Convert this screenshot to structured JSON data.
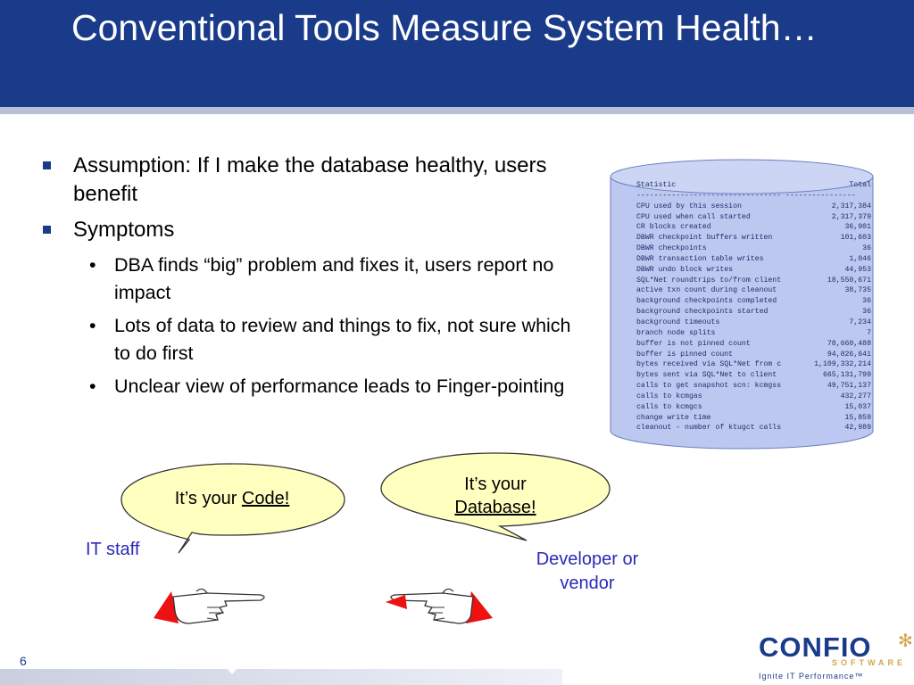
{
  "slide": {
    "title": "Conventional Tools Measure System Health…",
    "page_number": "6"
  },
  "bullets": [
    {
      "text": "Assumption:  If I make the database healthy, users benefit"
    },
    {
      "text": "Symptoms",
      "subitems": [
        {
          "text": "DBA finds “big” problem and fixes it, users report no impact"
        },
        {
          "text": "Lots of data to review and things to fix, not sure which to do first"
        },
        {
          "text": "Unclear view of performance leads to Finger-pointing"
        }
      ]
    }
  ],
  "stats_table": {
    "header_statistic": "Statistic",
    "header_total": "Total",
    "separator": "--------------------------------- ----------------",
    "rows": [
      [
        "CPU used by this session",
        "2,317,384"
      ],
      [
        "CPU used when call started",
        "2,317,379"
      ],
      [
        "CR blocks created",
        "36,901"
      ],
      [
        "DBWR checkpoint buffers written",
        "101,603"
      ],
      [
        "DBWR checkpoints",
        "36"
      ],
      [
        "DBWR transaction table writes",
        "1,046"
      ],
      [
        "DBWR undo block writes",
        "44,953"
      ],
      [
        "SQL*Net roundtrips to/from client",
        "18,550,671"
      ],
      [
        "active txn count during cleanout",
        "38,735"
      ],
      [
        "background checkpoints completed",
        "36"
      ],
      [
        "background checkpoints started",
        "36"
      ],
      [
        "background timeouts",
        "7,234"
      ],
      [
        "branch node splits",
        "7"
      ],
      [
        "buffer is not pinned count",
        "78,660,488"
      ],
      [
        "buffer is pinned count",
        "94,826,641"
      ],
      [
        "bytes received via SQL*Net from c",
        "1,109,332,214"
      ],
      [
        "bytes sent via SQL*Net to client",
        "665,131,799"
      ],
      [
        "calls to get snapshot scn: kcmgss",
        "49,751,137"
      ],
      [
        "calls to kcmgas",
        "432,277"
      ],
      [
        "calls to kcmgcs",
        "15,037"
      ],
      [
        "change write time",
        "15,859"
      ],
      [
        "cleanout - number of ktugct calls",
        "42,989"
      ]
    ]
  },
  "bubbles": {
    "left_prefix": "It’s your ",
    "left_link": "Code!",
    "right_prefix": "It’s your",
    "right_link": "Database!"
  },
  "labels": {
    "it_staff": "IT staff",
    "developer_line1": "Developer or",
    "developer_line2": "vendor"
  },
  "logo": {
    "name": "CONFIO",
    "sub": "SOFTWARE",
    "tagline": "Ignite IT Performance™"
  },
  "colors": {
    "header": "#1a3b8a",
    "cylinder": "#bcc8ef",
    "bubble": "#ffffc0",
    "label_blue": "#2a2ab8",
    "hand_red": "#ee1111"
  }
}
